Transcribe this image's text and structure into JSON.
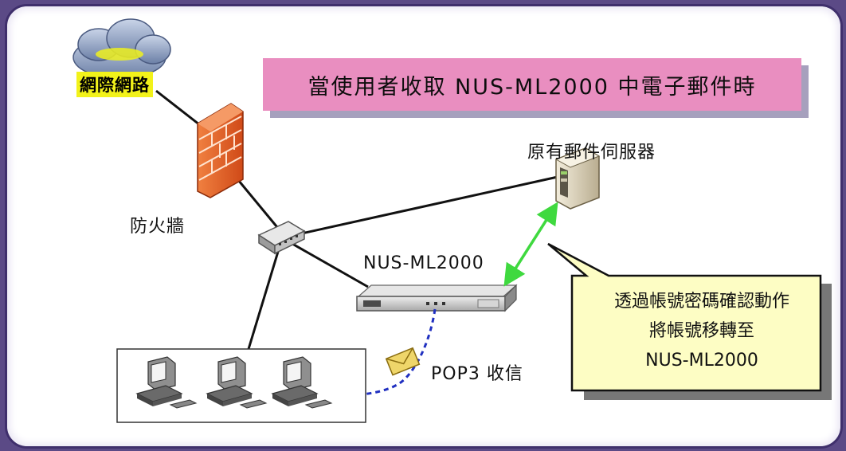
{
  "title": "當使用者收取 NUS-ML2000 中電子郵件時",
  "labels": {
    "internet": "網際網路",
    "firewall": "防火牆",
    "mail_server": "原有郵件伺服器",
    "nus_device": "NUS-ML2000",
    "pop3": "POP3 收信"
  },
  "callout": {
    "line1": "透過帳號密碼確認動作",
    "line2": "將帳號移轉至",
    "line3": "NUS-ML2000"
  },
  "colors": {
    "frame_border": "#3f2f6c",
    "title_banner": "#e98ec0",
    "callout_fill": "#fdfdc4",
    "internet_highlight": "#f2f21a",
    "sync_arrow": "#3fd93f",
    "pop3_arrow": "#2030c0"
  }
}
